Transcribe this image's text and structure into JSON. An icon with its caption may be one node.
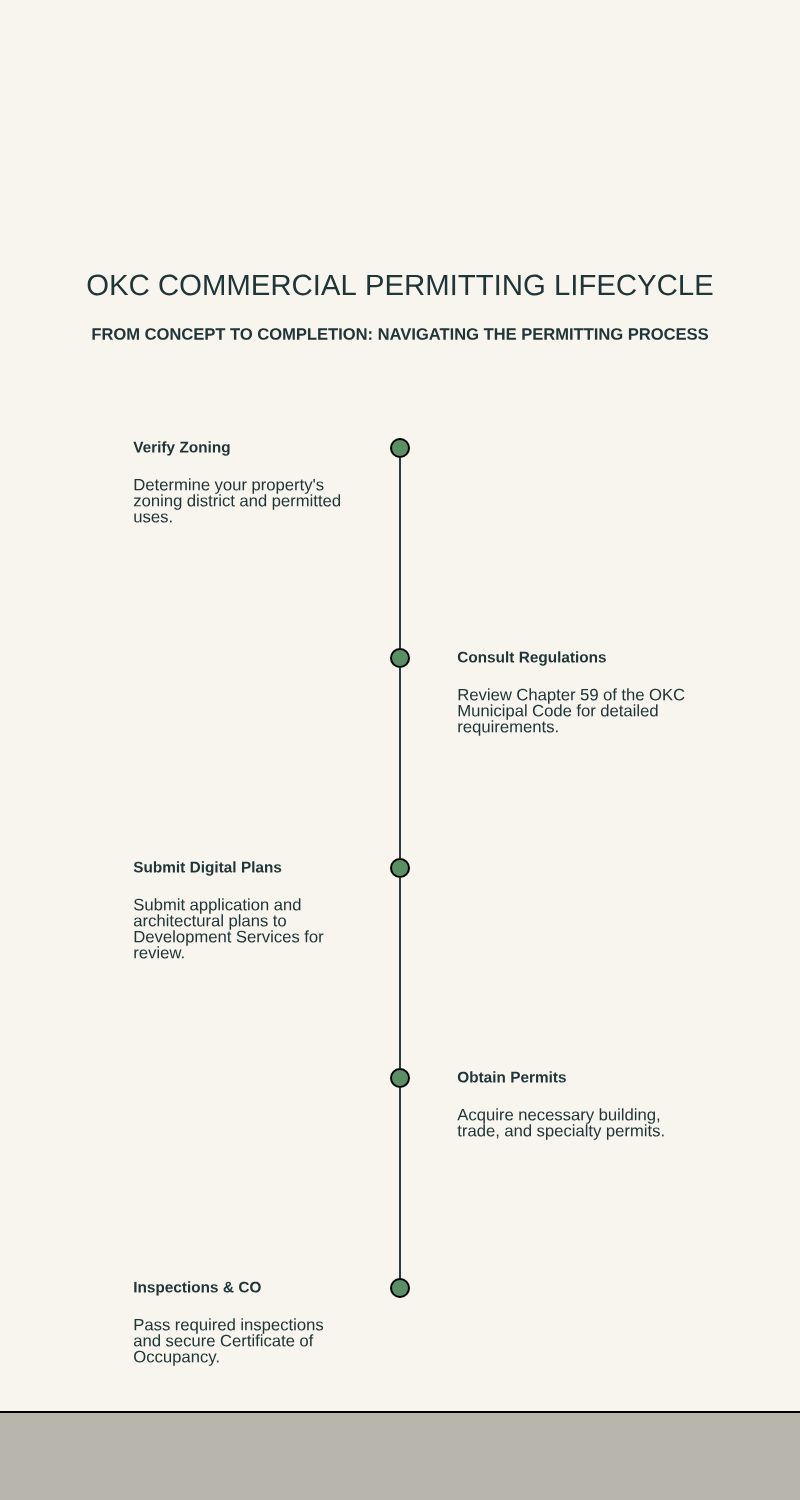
{
  "diagram": {
    "title": "OKC COMMERCIAL PERMITTING LIFECYCLE",
    "nodes": [
      {
        "text": [],
        "shape": "circle",
        "beside": [
          "Verify Zoning",
          "Determine your property's zoning district and permitted uses."
        ]
      },
      {
        "text": [],
        "shape": "circle",
        "beside": [
          "Consult Regulations",
          "Review Chapter 59 of the OKC Municipal Code for detailed requirements."
        ]
      },
      {
        "text": [],
        "shape": "circle",
        "beside": [
          "Submit Digital Plans",
          "Submit application and architectural plans to Development Services for review."
        ]
      },
      {
        "text": [],
        "shape": "circle",
        "beside": [
          "Obtain Permits",
          "Acquire necessary building, trade, and specialty permits."
        ]
      },
      {
        "text": [],
        "shape": "circle",
        "beside": [
          "Inspections & CO",
          "Pass required inspections and secure Certificate of Occupancy."
        ]
      }
    ],
    "edges": [
      {
        "from": 0,
        "to": 1,
        "arrow": "none"
      },
      {
        "from": 1,
        "to": 2,
        "arrow": "none"
      },
      {
        "from": 2,
        "to": 3,
        "arrow": "none"
      },
      {
        "from": 3,
        "to": 4,
        "arrow": "none"
      }
    ],
    "labels": [
      "FROM CONCEPT TO COMPLETION: NAVIGATING THE PERMITTING PROCESS"
    ]
  }
}
